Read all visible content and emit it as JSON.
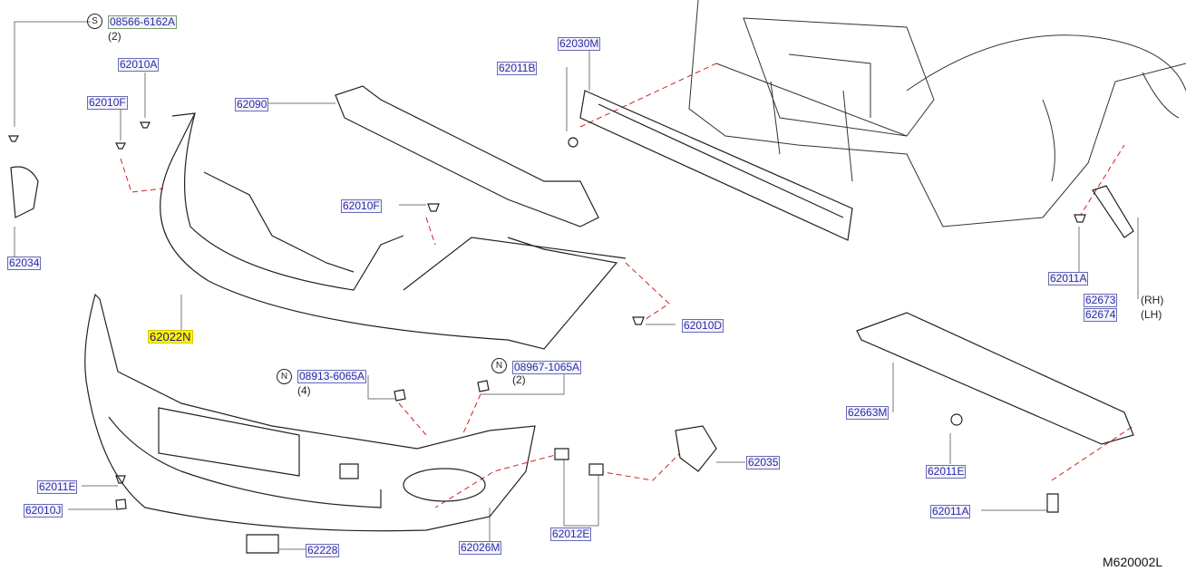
{
  "diagram_id": "M620002L",
  "callouts": [
    {
      "part": "08566-6162A",
      "prefix": "S",
      "qty": "(2)"
    },
    {
      "part": "62010A"
    },
    {
      "part": "62010F"
    },
    {
      "part": "62090"
    },
    {
      "part": "62034"
    },
    {
      "part": "62030M"
    },
    {
      "part": "62011B"
    },
    {
      "part": "62010F"
    },
    {
      "part": "62022N",
      "highlighted": true
    },
    {
      "part": "62010D"
    },
    {
      "part": "08913-6065A",
      "prefix": "N",
      "qty": "(4)"
    },
    {
      "part": "08967-1065A",
      "prefix": "N",
      "qty": "(2)"
    },
    {
      "part": "62011E"
    },
    {
      "part": "62010J"
    },
    {
      "part": "62228"
    },
    {
      "part": "62026M"
    },
    {
      "part": "62012E"
    },
    {
      "part": "62035"
    },
    {
      "part": "62663M"
    },
    {
      "part": "62011E"
    },
    {
      "part": "62011A"
    },
    {
      "part": "62673",
      "side": "(RH)"
    },
    {
      "part": "62674",
      "side": "(LH)"
    },
    {
      "part": "62011A"
    }
  ],
  "colors": {
    "label_text": "#2b2ba6",
    "highlight": "#fff200",
    "dashed_leader": "#d02020"
  }
}
